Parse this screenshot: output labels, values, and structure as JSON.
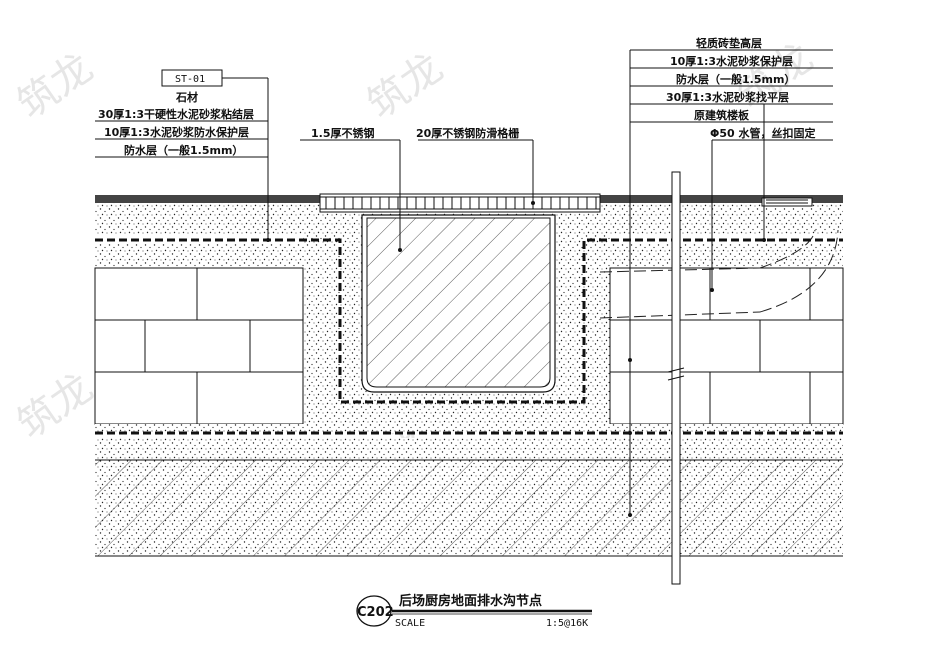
{
  "watermark": "筑龙",
  "left_callout": {
    "tag": "ST-01",
    "lines": [
      "石材",
      "30厚1:3干硬性水泥砂浆粘结层",
      "10厚1:3水泥砂浆防水保护层",
      "防水层（一般1.5mm）"
    ]
  },
  "center_callouts": {
    "steel_edge": "1.5厚不锈钢",
    "grating": "20厚不锈钢防滑格栅"
  },
  "right_callout": {
    "lines": [
      "轻质砖垫高层",
      "10厚1:3水泥砂浆保护层",
      "防水层（一般1.5mm）",
      "30厚1:3水泥砂浆找平层",
      "原建筑楼板",
      "Φ50 水管，丝扣固定"
    ]
  },
  "title_block": {
    "code": "C202",
    "title": "后场厨房地面排水沟节点",
    "scale_label": "SCALE",
    "scale_value": "1:5@16K"
  }
}
